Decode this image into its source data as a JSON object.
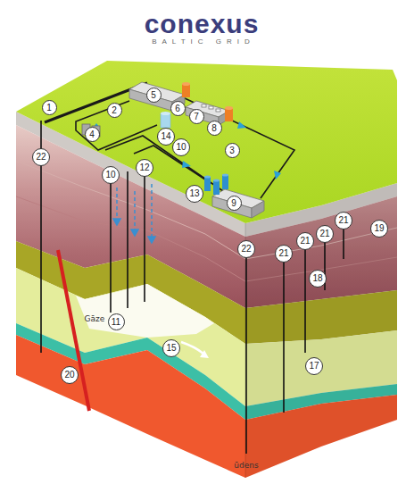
{
  "diagram": {
    "labels": [
      "conexus",
      "BALTIC GRID",
      "5",
      "6",
      "1",
      "2",
      "7",
      "8",
      "4",
      "14",
      "3",
      "10",
      "22",
      "12",
      "10",
      "13",
      "9",
      "21",
      "19",
      "21",
      "21",
      "22",
      "21",
      "18",
      "Gāze",
      "11",
      "15",
      "17",
      "20",
      "ūdens"
    ]
  }
}
